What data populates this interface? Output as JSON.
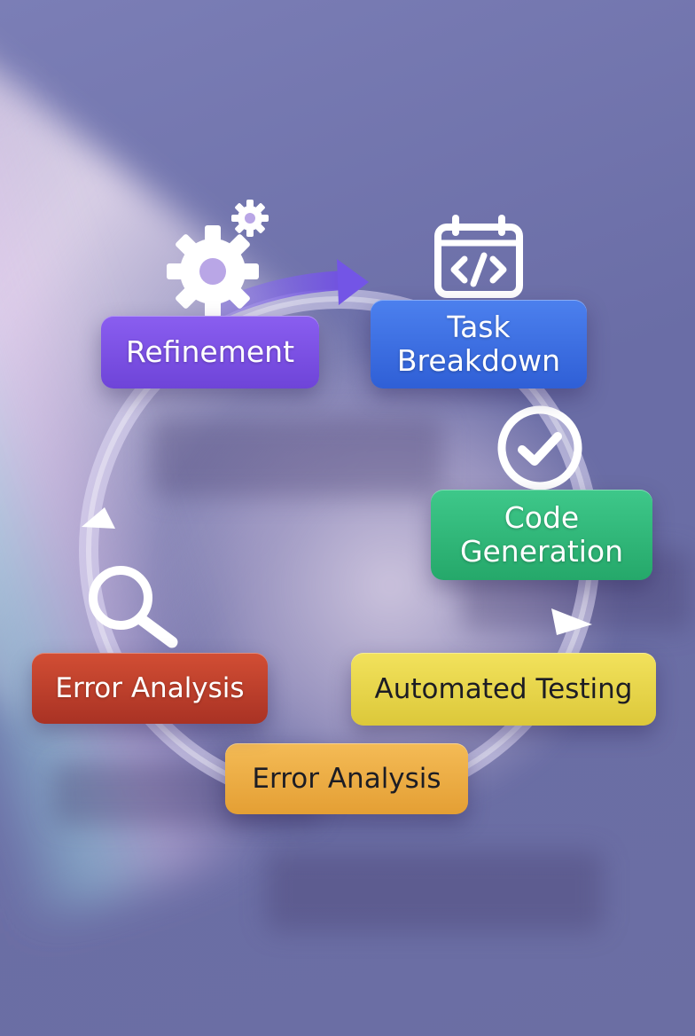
{
  "steps": [
    {
      "id": "refinement",
      "lines": [
        "Refinement"
      ],
      "color": "#7a4ee0",
      "text_tone": "light"
    },
    {
      "id": "task-breakdown",
      "lines": [
        "Task",
        "Breakdown"
      ],
      "color": "#3d6fe0",
      "text_tone": "light"
    },
    {
      "id": "code-generation",
      "lines": [
        "Code",
        "Generation"
      ],
      "color": "#2fb87a",
      "text_tone": "light"
    },
    {
      "id": "automated-testing",
      "lines": [
        "Automated Testing"
      ],
      "color": "#ead84a",
      "text_tone": "dark"
    },
    {
      "id": "error-analysis-bottom",
      "lines": [
        "Error Analysis"
      ],
      "color": "#eeaf45",
      "text_tone": "dark"
    },
    {
      "id": "error-analysis-left",
      "lines": [
        "Error Analysis"
      ],
      "color": "#c6432f",
      "text_tone": "light"
    }
  ],
  "icons": [
    {
      "name": "gears-icon"
    },
    {
      "name": "calendar-code-icon"
    },
    {
      "name": "checkmark-circle-icon"
    },
    {
      "name": "magnifier-icon"
    }
  ],
  "colors": {
    "ring": "#d9d4f2",
    "arrow": "#6f4fe0",
    "arrowhead_light": "#ffffff"
  }
}
